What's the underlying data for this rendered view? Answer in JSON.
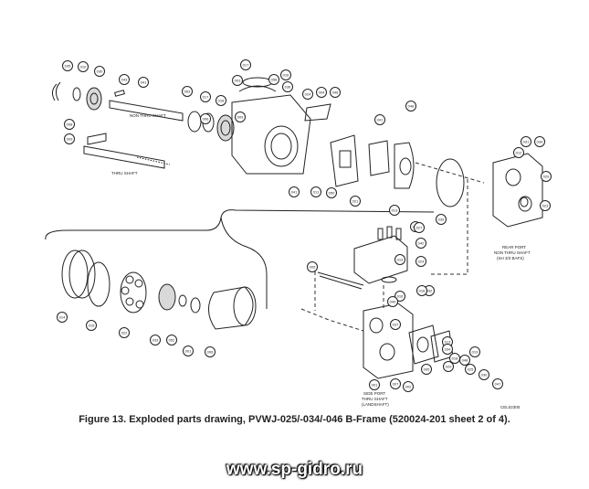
{
  "figure": {
    "caption": "Figure 13. Exploded parts drawing, PVWJ-025/-034/-046 B-Frame (520024-201 sheet 2 of 4).",
    "drawing_code": "CEL02300"
  },
  "labels": {
    "non_thru_shaft": "NON THRU SHAFT",
    "thru_shaft": "THRU SHAFT",
    "rear_port": [
      "REAR PORT",
      "NON THRU SHAFT",
      "(SH 3/3 BAFS)"
    ],
    "side_port": [
      "SIDE PORT",
      "THRU SHAFT",
      "(LANDSHAFT)"
    ]
  },
  "callouts": [
    "035",
    "010",
    "030",
    "043",
    "041",
    "053",
    "017",
    "006",
    "008",
    "009",
    "018",
    "003",
    "009",
    "017",
    "058",
    "016",
    "036",
    "024",
    "004",
    "046",
    "041",
    "048",
    "041",
    "011",
    "050",
    "021",
    "013",
    "038",
    "039",
    "031",
    "034",
    "012",
    "029",
    "023",
    "027",
    "042",
    "005",
    "019",
    "024",
    "032",
    "018",
    "016",
    "049",
    "037",
    "014",
    "015",
    "022",
    "033",
    "052",
    "001",
    "006",
    "001",
    "007",
    "002",
    "005",
    "020",
    "013",
    "034",
    "048",
    "018",
    "025",
    "019",
    "030",
    "047"
  ],
  "watermark": "www.sp-gidro.ru"
}
